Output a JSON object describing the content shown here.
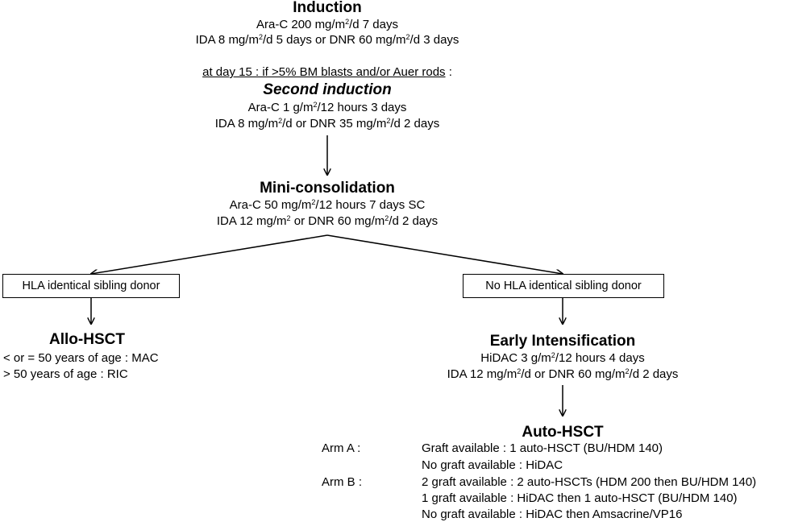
{
  "induction": {
    "title": "Induction",
    "line1": "Ara-C 200 mg/m²/d 7 days",
    "line2": "IDA 8 mg/m²/d 5 days or DNR 60 mg/m²/d 3 days"
  },
  "day15": {
    "condition": "at day 15 : if >5% BM blasts and/or Auer rods",
    "suffix": " :"
  },
  "second_induction": {
    "title": "Second induction",
    "line1": "Ara-C 1 g/m²/12 hours 3 days",
    "line2": "IDA 8 mg/m²/d or DNR 35 mg/m²/d 2 days"
  },
  "mini_consolidation": {
    "title": "Mini-consolidation",
    "line1": "Ara-C 50 mg/m²/12 hours 7 days SC",
    "line2": "IDA 12 mg/m² or DNR 60 mg/m²/d 2 days"
  },
  "donor_yes": {
    "label": "HLA identical sibling donor"
  },
  "donor_no": {
    "label": "No HLA identical sibling donor"
  },
  "allo_hsct": {
    "title": "Allo-HSCT",
    "line1": "< or = 50 years of age : MAC",
    "line2": "> 50 years of age : RIC"
  },
  "early_intensification": {
    "title": "Early Intensification",
    "line1": "HiDAC 3 g/m²/12 hours 4 days",
    "line2": "IDA 12 mg/m²/d or DNR 60 mg/m²/d 2 days"
  },
  "auto_hsct": {
    "title": "Auto-HSCT",
    "arm_a": {
      "label": "Arm A :",
      "lines": [
        "Graft available : 1 auto-HSCT (BU/HDM 140)",
        "No graft available : HiDAC"
      ]
    },
    "arm_b": {
      "label": "Arm B :",
      "lines": [
        "2 graft available : 2 auto-HSCTs (HDM 200 then BU/HDM 140)",
        "1 graft available : HiDAC then 1 auto-HSCT (BU/HDM 140)",
        "No graft available : HiDAC then Amsacrine/VP16"
      ]
    }
  }
}
